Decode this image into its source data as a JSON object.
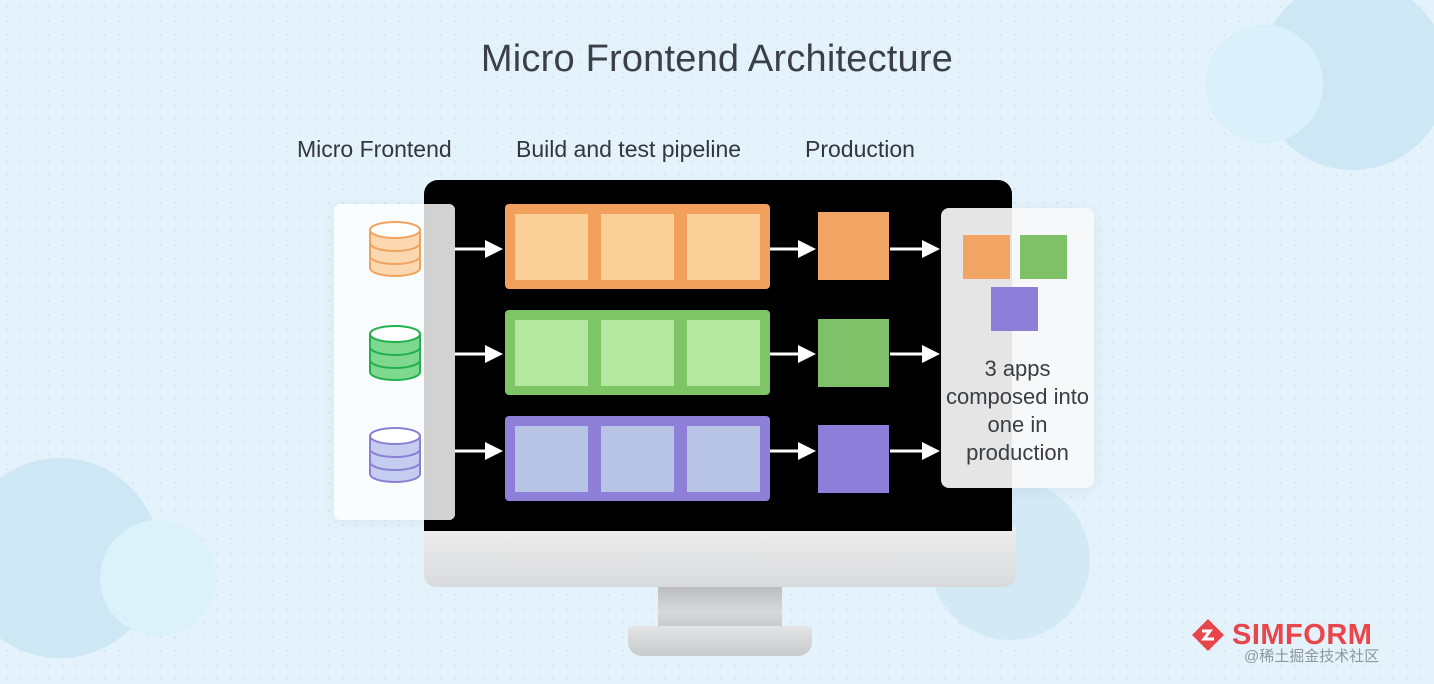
{
  "title": "Micro Frontend Architecture",
  "columns": {
    "micro_frontend": "Micro Frontend",
    "pipeline": "Build and test pipeline",
    "production": "Production"
  },
  "rows": [
    {
      "color": "orange",
      "icon_stroke": "#f0a35e",
      "pipeline_outer": "#f2a15c",
      "pipeline_stage": "#fbd19a",
      "prod_color": "#f2a464"
    },
    {
      "color": "green",
      "icon_stroke": "#22b14c",
      "pipeline_outer": "#7ec565",
      "pipeline_stage": "#b4e7a0",
      "prod_color": "#7fc169"
    },
    {
      "color": "purple",
      "icon_stroke": "#8a80d4",
      "pipeline_outer": "#8e7fd8",
      "pipeline_stage": "#b7c4e6",
      "prod_color": "#8d7fd9"
    }
  ],
  "composed_label": "3 apps composed into one in production",
  "brand": {
    "name": "SIMFORM",
    "color": "#e8464a"
  },
  "watermark": "@稀土掘金技术社区",
  "icons": [
    "database-icon",
    "arrow-right-icon",
    "simform-logo-icon"
  ]
}
